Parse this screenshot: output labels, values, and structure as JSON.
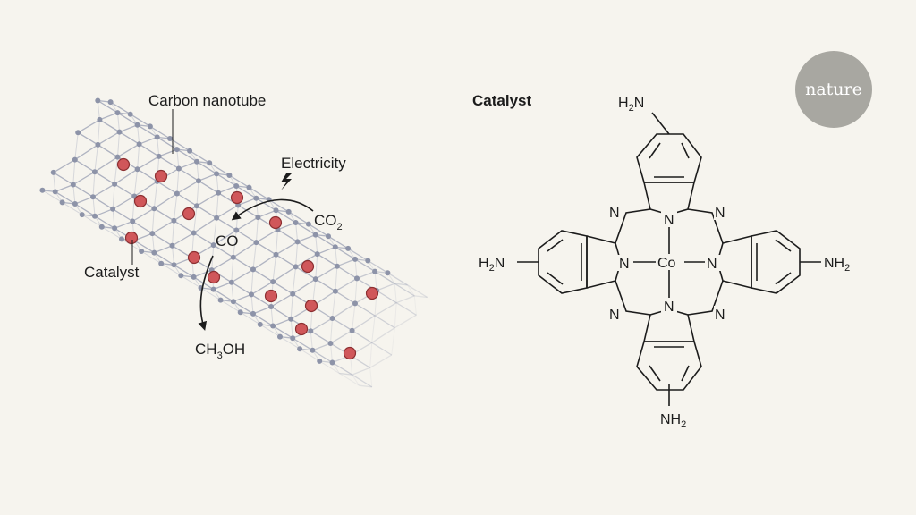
{
  "labels": {
    "carbon_nanotube": "Carbon nanotube",
    "electricity": "Electricity",
    "co2_main": "CO",
    "co2_sub": "2",
    "co": "CO",
    "catalyst_left": "Catalyst",
    "ch3oh_a": "CH",
    "ch3oh_sub": "3",
    "ch3oh_b": "OH",
    "catalyst_title": "Catalyst"
  },
  "molecule": {
    "h2n_top_h": "H",
    "h2n_top_sub": "2",
    "h2n_top_n": "N",
    "h2n_left_h": "H",
    "h2n_left_sub": "2",
    "h2n_left_n": "N",
    "nh2_right_n": "NH",
    "nh2_right_sub": "2",
    "nh2_bottom_n": "NH",
    "nh2_bottom_sub": "2",
    "center_metal": "Co",
    "n": "N"
  },
  "badge": {
    "text": "nature",
    "color": "#a8a7a1"
  },
  "colors": {
    "background": "#f6f4ee",
    "lattice": "#a8adbd",
    "lattice_nodes": "#8d93a8",
    "catalyst_dot": "#d0575a",
    "catalyst_dot_stroke": "#8c2f31",
    "text": "#1c1c1c"
  }
}
